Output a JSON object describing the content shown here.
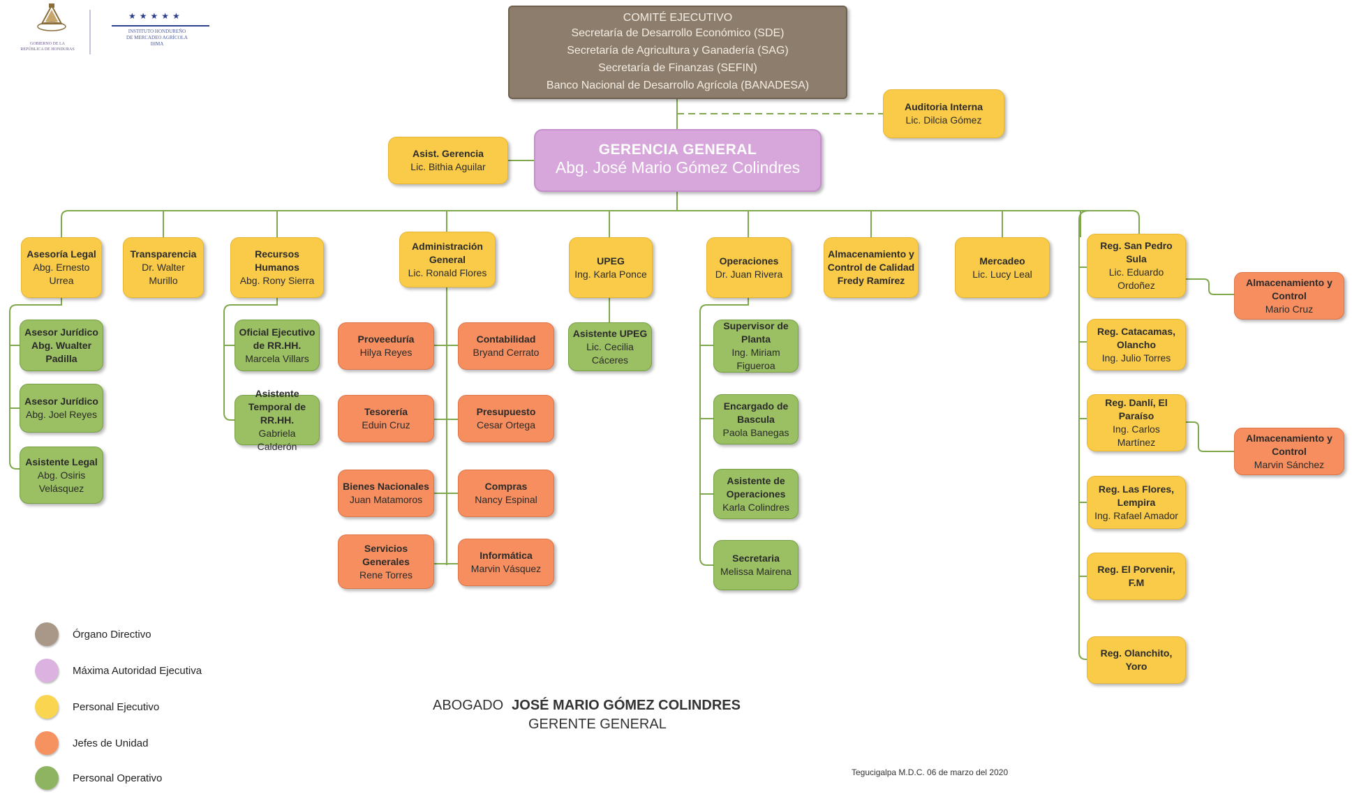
{
  "header": {
    "gov_logo_text": [
      "GOBIERNO DE LA",
      "REPÚBLICA DE HONDURAS"
    ],
    "ihma_logo_text": [
      "INSTITUTO HONDUREÑO",
      "DE MERCADEO AGRÍCOLA",
      "IHMA"
    ]
  },
  "nodes": {
    "comite": {
      "title": "COMITÉ EJECUTIVO",
      "person": "Secretaría de Desarrollo Económico (SDE)\nSecretaría de Agricultura y Ganadería (SAG)\nSecretaría de Finanzas (SEFIN)\nBanco Nacional de Desarrollo Agrícola (BANADESA)"
    },
    "auditoria": {
      "title": "Auditoria Interna",
      "person": "Lic. Dilcia Gómez"
    },
    "gerencia": {
      "title": "GERENCIA GENERAL",
      "person": "Abg. José Mario Gómez Colindres"
    },
    "asist_gerencia": {
      "title": "Asist. Gerencia",
      "person": "Lic. Bithia Aguilar"
    },
    "asesoria_legal": {
      "title": "Asesoría Legal",
      "person": "Abg. Ernesto\nUrrea"
    },
    "transparencia": {
      "title": "Transparencia",
      "person": "Dr. Walter\nMurillo"
    },
    "rrhh": {
      "title": "Recursos\nHumanos",
      "person": "Abg. Rony Sierra"
    },
    "admin": {
      "title": "Administración\nGeneral",
      "person": "Lic. Ronald Flores"
    },
    "upeg": {
      "title": "UPEG",
      "person": "Ing. Karla Ponce"
    },
    "operaciones": {
      "title": "Operaciones",
      "person": "Dr. Juan Rivera"
    },
    "almacenamiento": {
      "title": "Almacenamiento y\nControl de Calidad\nFredy Ramírez",
      "person": ""
    },
    "mercadeo": {
      "title": "Mercadeo",
      "person": "Lic. Lucy Leal"
    },
    "reg_sps": {
      "title": "Reg. San Pedro\nSula",
      "person": "Lic. Eduardo\nOrdoñez"
    },
    "alm_cruz": {
      "title": "Almacenamiento y\nControl",
      "person": "Mario Cruz"
    },
    "asesor1": {
      "title": "Asesor Jurídico\nAbg. Wualter\nPadilla",
      "person": ""
    },
    "asesor2": {
      "title": "Asesor Jurídico",
      "person": "Abg. Joel Reyes"
    },
    "asist_legal": {
      "title": "Asistente Legal",
      "person": "Abg. Osiris\nVelásquez"
    },
    "oficial_rrhh": {
      "title": "Oficial Ejecutivo\nde RR.HH.",
      "person": "Marcela Villars"
    },
    "asist_temp": {
      "title": "Asistente\nTemporal de\nRR.HH.",
      "person": "Gabriela Calderón"
    },
    "proveeduria": {
      "title": "Proveeduría",
      "person": "Hilya Reyes"
    },
    "contabilidad": {
      "title": "Contabilidad",
      "person": "Bryand Cerrato"
    },
    "tesoreria": {
      "title": "Tesorería",
      "person": "Eduin Cruz"
    },
    "presupuesto": {
      "title": "Presupuesto",
      "person": "Cesar Ortega"
    },
    "bienes": {
      "title": "Bienes Nacionales",
      "person": "Juan Matamoros"
    },
    "compras": {
      "title": "Compras",
      "person": "Nancy Espinal"
    },
    "servicios": {
      "title": "Servicios\nGenerales",
      "person": "Rene Torres"
    },
    "informatica": {
      "title": "Informática",
      "person": "Marvin Vásquez"
    },
    "asist_upeg": {
      "title": "Asistente UPEG",
      "person": "Lic. Cecilia\nCáceres"
    },
    "supervisor": {
      "title": "Supervisor de\nPlanta",
      "person": "Ing. Miriam\nFigueroa"
    },
    "bascula": {
      "title": "Encargado de\nBascula",
      "person": "Paola Banegas"
    },
    "asist_oper": {
      "title": "Asistente de\nOperaciones",
      "person": "Karla Colindres"
    },
    "secretaria": {
      "title": "Secretaria",
      "person": "Melissa Mairena"
    },
    "reg_catacamas": {
      "title": "Reg. Catacamas,\nOlancho",
      "person": "Ing. Julio Torres"
    },
    "reg_danli": {
      "title": "Reg. Danlí, El\nParaíso",
      "person": "Ing. Carlos\nMartínez"
    },
    "alm_sanchez": {
      "title": "Almacenamiento y\nControl",
      "person": "Marvin Sánchez"
    },
    "reg_flores": {
      "title": "Reg. Las Flores,\nLempira",
      "person": "Ing. Rafael Amador"
    },
    "reg_porvenir": {
      "title": "Reg. El Porvenir,\nF.M",
      "person": ""
    },
    "reg_olanchito": {
      "title": "Reg. Olanchito,\nYoro",
      "person": ""
    }
  },
  "legend": [
    {
      "label": "Órgano Directivo",
      "color": "#a99888"
    },
    {
      "label": "Máxima Autoridad Ejecutiva",
      "color": "#dcb2e0"
    },
    {
      "label": "Personal Ejecutivo",
      "color": "#f9d550"
    },
    {
      "label": "Jefes de Unidad",
      "color": "#f6925f"
    },
    {
      "label": "Personal Operativo",
      "color": "#8fb461"
    }
  ],
  "signature": {
    "prefix": "ABOGADO",
    "name": "JOSÉ MARIO GÓMEZ COLINDRES",
    "role": "GERENTE GENERAL"
  },
  "place_date": "Tegucigalpa M.D.C. 06 de marzo del 2020",
  "colors": {
    "connector": "#7fa84c",
    "connector_dashed": "#7fa84c"
  }
}
